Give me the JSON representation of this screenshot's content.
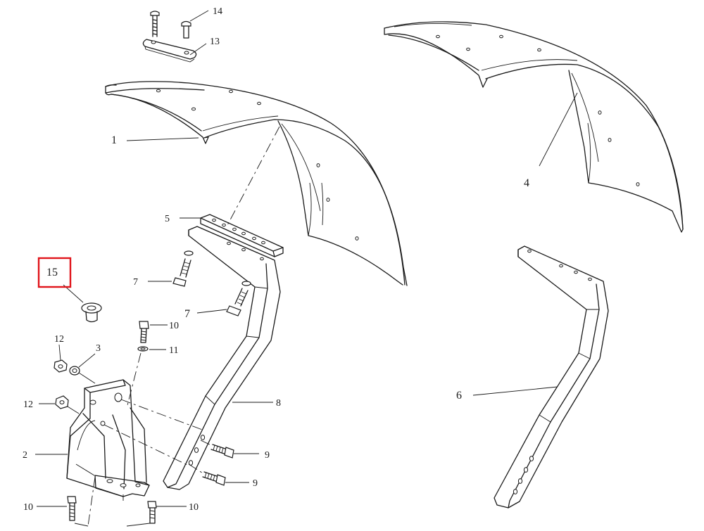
{
  "diagram": {
    "callouts": {
      "p1": "1",
      "p2": "2",
      "p3": "3",
      "p4": "4",
      "p5": "5",
      "p6": "6",
      "p7a": "7",
      "p7b": "7",
      "p8": "8",
      "p9a": "9",
      "p9b": "9",
      "p10a": "10",
      "p10b": "10",
      "p10c": "10",
      "p11": "11",
      "p12a": "12",
      "p12b": "12",
      "p13": "13",
      "p14": "14",
      "p15": "15"
    },
    "highlighted_callout": "15",
    "highlight_color": "#e0141b",
    "line_color": "#1a1a1a"
  }
}
